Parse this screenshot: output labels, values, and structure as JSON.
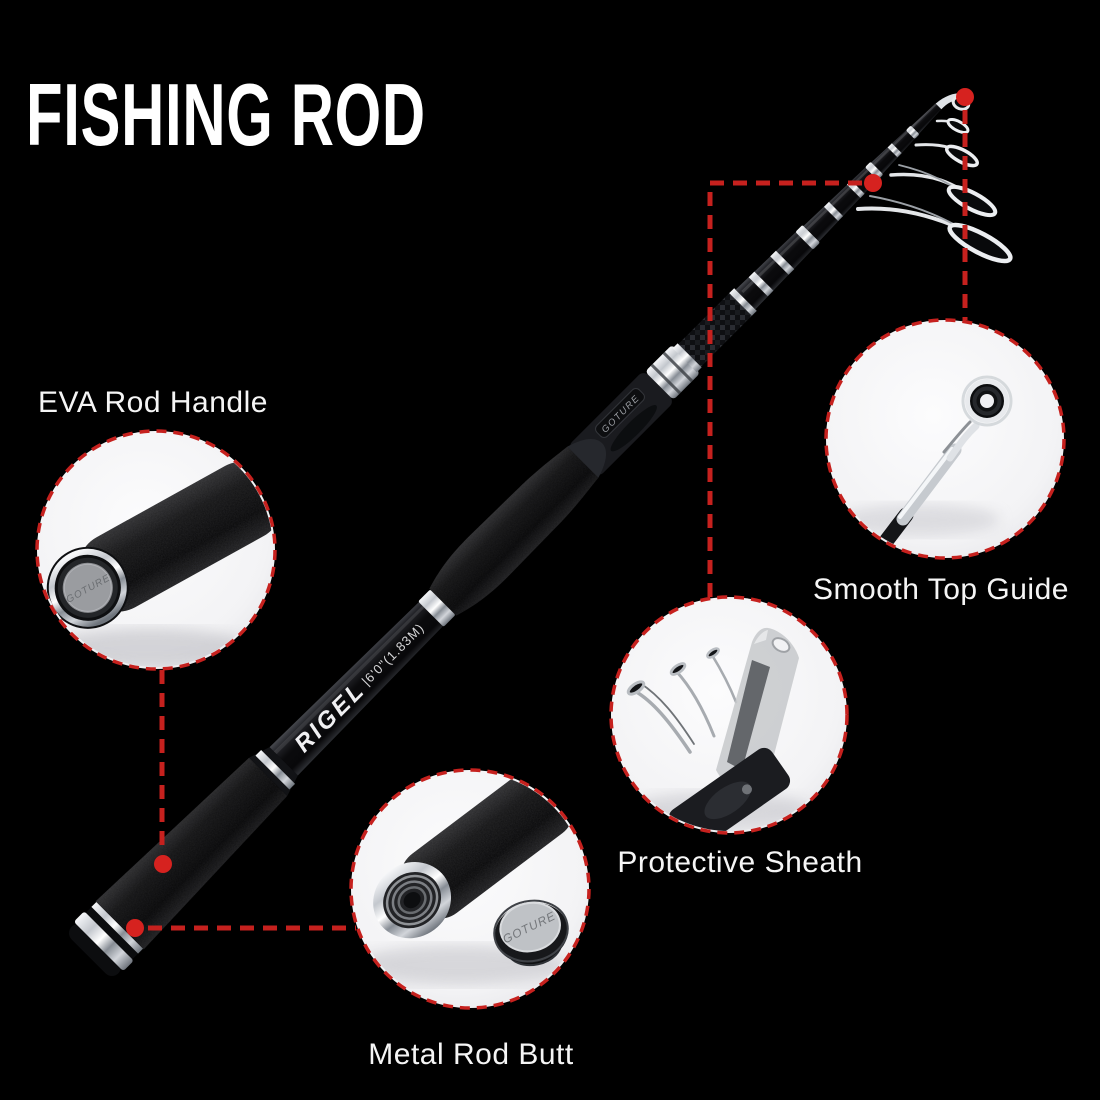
{
  "title": "FISHING ROD",
  "callouts": {
    "eva_handle": {
      "label": "EVA Rod Handle"
    },
    "top_guide": {
      "label": "Smooth Top Guide"
    },
    "sheath": {
      "label": "Protective Sheath"
    },
    "rod_butt": {
      "label": "Metal Rod Butt"
    }
  },
  "rod": {
    "model": "RIGEL",
    "length_marking": "|6'0\"(1.83M)",
    "brand": "GOTURE",
    "butt_cap_engraving": "GOTURE",
    "metal_cap_engraving": "GOTURE"
  },
  "colors": {
    "background": "#000000",
    "callout_red": "#c6211e",
    "label_text": "#ffffff"
  }
}
